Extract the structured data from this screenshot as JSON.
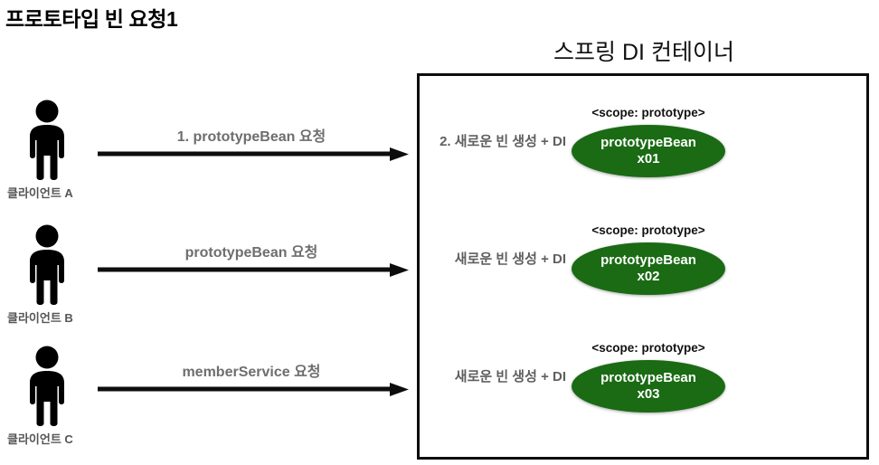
{
  "page": {
    "title": "프로토타입 빈 요청1",
    "background_color": "#ffffff"
  },
  "container": {
    "title": "스프링 DI 컨테이너",
    "border_color": "#0d0d0d"
  },
  "colors": {
    "bean_green": "#1a6b14",
    "arrow_black": "#0d0d0d",
    "label_gray": "#6e6e6e",
    "client_label_gray": "#555555"
  },
  "clients": [
    {
      "icon": "person-icon",
      "label": "클라이언트 A"
    },
    {
      "icon": "person-icon",
      "label": "클라이언트 B"
    },
    {
      "icon": "person-icon",
      "label": "클라이언트 C"
    }
  ],
  "arrows": [
    {
      "label": "1. prototypeBean 요청"
    },
    {
      "label": "prototypeBean 요청"
    },
    {
      "label": "memberService 요청"
    }
  ],
  "beans": [
    {
      "note": "2. 새로운 빈 생성 + DI",
      "scope": "<scope: prototype>",
      "name": "prototypeBean",
      "id": "x01"
    },
    {
      "note": "새로운 빈 생성 + DI",
      "scope": "<scope: prototype>",
      "name": "prototypeBean",
      "id": "x02"
    },
    {
      "note": "새로운 빈 생성 + DI",
      "scope": "<scope: prototype>",
      "name": "prototypeBean",
      "id": "x03"
    }
  ]
}
